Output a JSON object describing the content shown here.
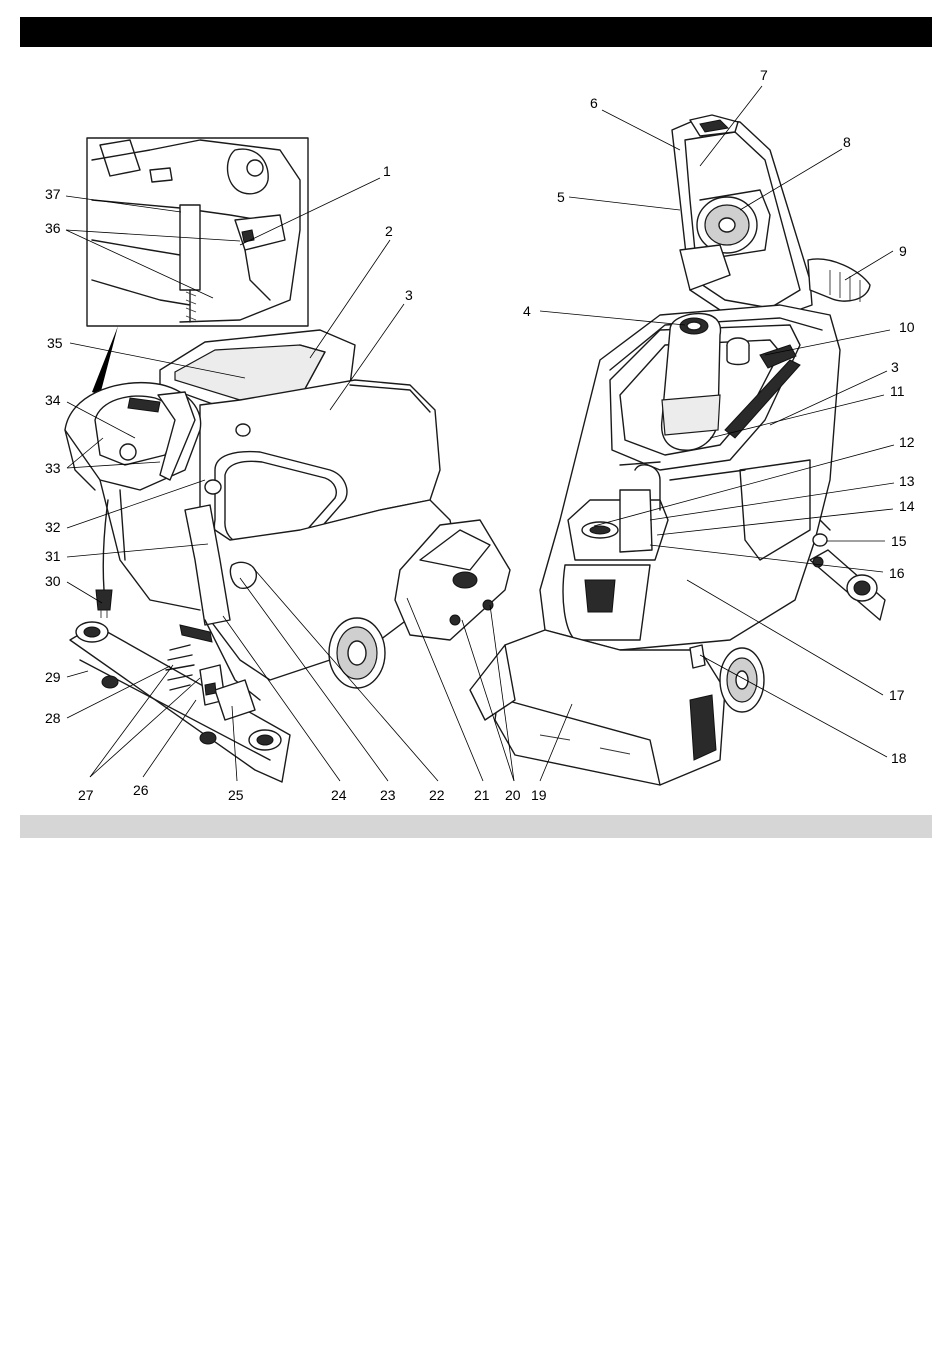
{
  "callouts": [
    {
      "n": "1"
    },
    {
      "n": "2"
    },
    {
      "n": "3"
    },
    {
      "n": "35"
    },
    {
      "n": "34"
    },
    {
      "n": "33"
    },
    {
      "n": "32"
    },
    {
      "n": "31"
    },
    {
      "n": "30"
    },
    {
      "n": "29"
    },
    {
      "n": "28"
    },
    {
      "n": "27"
    },
    {
      "n": "26"
    },
    {
      "n": "25"
    },
    {
      "n": "24"
    },
    {
      "n": "23"
    },
    {
      "n": "22"
    },
    {
      "n": "21"
    },
    {
      "n": "20"
    },
    {
      "n": "19"
    },
    {
      "n": "37"
    },
    {
      "n": "36"
    },
    {
      "n": "7"
    },
    {
      "n": "6"
    },
    {
      "n": "8"
    },
    {
      "n": "5"
    },
    {
      "n": "9"
    },
    {
      "n": "4"
    },
    {
      "n": "10"
    },
    {
      "n": "3"
    },
    {
      "n": "11"
    },
    {
      "n": "12"
    },
    {
      "n": "13"
    },
    {
      "n": "14"
    },
    {
      "n": "15"
    },
    {
      "n": "16"
    },
    {
      "n": "17"
    },
    {
      "n": "18"
    }
  ]
}
